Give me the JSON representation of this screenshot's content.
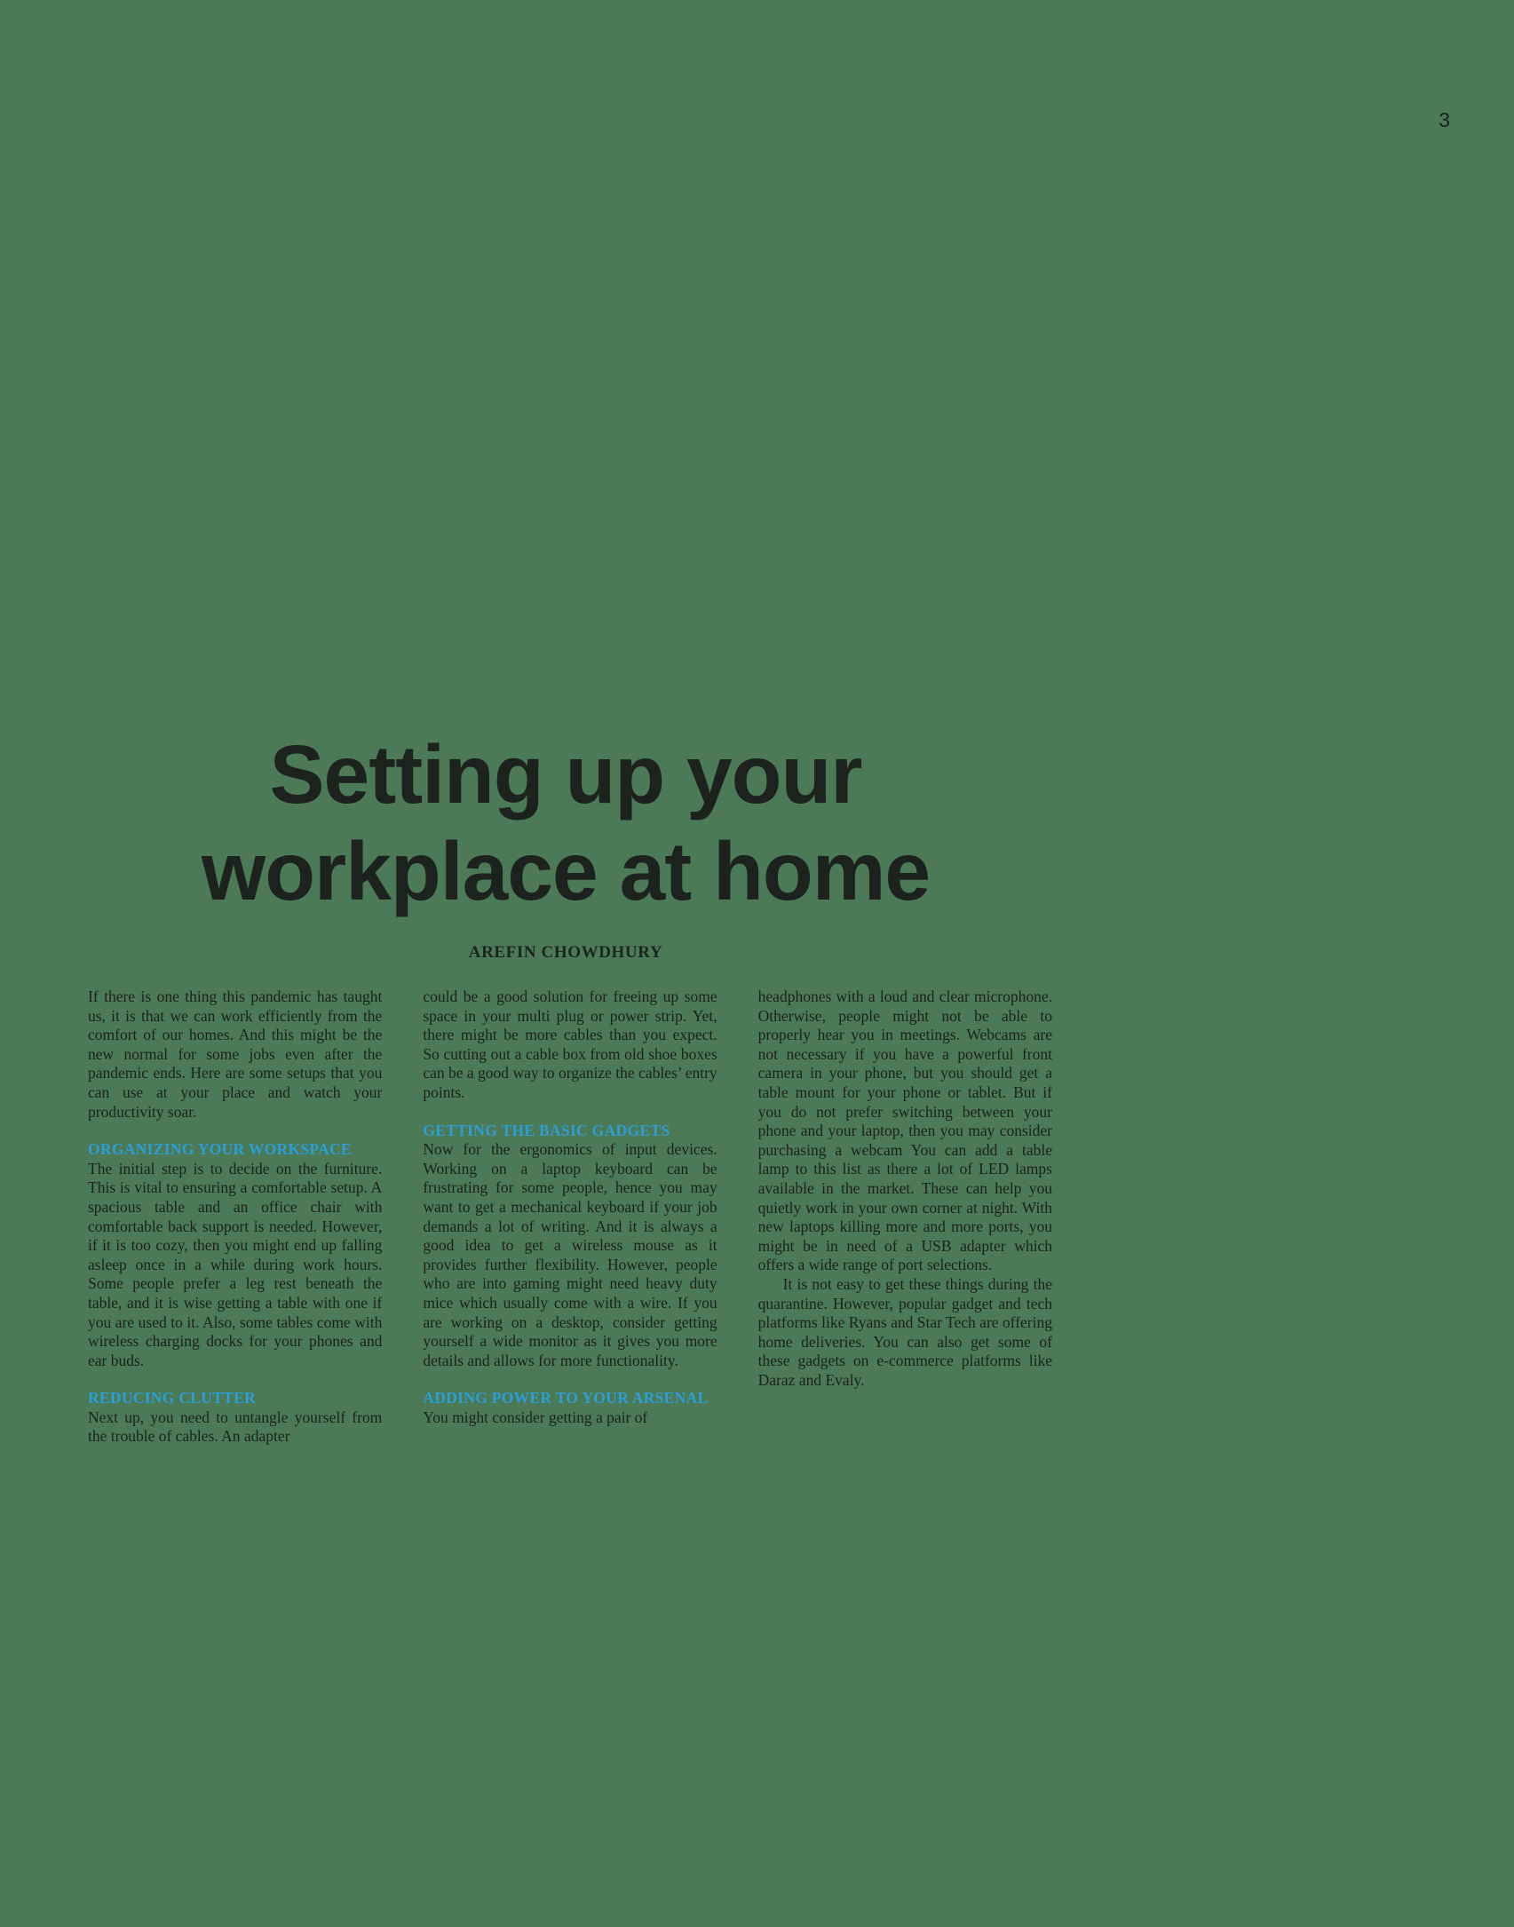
{
  "page": {
    "number": "3"
  },
  "colors": {
    "background": "#4c7956",
    "heading_blue": "#2b9fd8",
    "text_dark": "#1b221c"
  },
  "article": {
    "title_line1": "Setting up your",
    "title_line2": "workplace at home",
    "byline": "AREFIN CHOWDHURY",
    "col1": {
      "intro": "If there is one thing this pandemic has taught us, it is that we can work efficiently from the comfort of our homes. And this might be the new normal for some jobs even after the pandemic ends. Here are some setups that you can use at your place and watch your productivity soar.",
      "heading1": "ORGANIZING YOUR WORKSPACE",
      "p1": "The initial step is to decide on the furniture. This is vital to ensuring a comfortable setup. A spacious table and an office chair with comfortable back support is needed. However, if it is too cozy, then you might end up falling asleep once in a while during work hours. Some people prefer a leg rest beneath the table, and it is wise getting a table with one if you are used to it. Also, some tables come with wireless charging docks for your phones and ear buds.",
      "heading2": "REDUCING CLUTTER",
      "p2": "Next up, you need to untangle yourself from the trouble of cables. An adapter"
    },
    "col2": {
      "p1": "could be a good solution for freeing up some space in your multi plug or power strip. Yet, there might be more cables than you expect. So cutting out a cable box from old shoe boxes can be a good way to organize the cables’ entry points.",
      "heading1": "GETTING THE BASIC GADGETS",
      "p2": "Now for the ergonomics of input devices. Working on a laptop keyboard can be frustrating for some people, hence you may want to get a mechanical keyboard if your job demands a lot of writing. And it is always a good idea to get a wireless mouse as it provides further flexibility. However, people who are into gaming might need heavy duty mice which usually come with a wire. If you are working on a desktop, consider getting yourself a wide monitor as it gives you more details and allows for more functionality.",
      "heading2": "ADDING POWER TO YOUR ARSENAL",
      "p3": "You might consider getting a pair of"
    },
    "col3": {
      "p1": "headphones with a loud and clear microphone. Otherwise, people might not be able to properly hear you in meetings. Webcams are not necessary if you have a powerful front camera in your phone, but you should get a table mount for your phone or tablet. But if you do not prefer switching between your phone and your laptop, then you may consider purchasing a webcam You can add a table lamp to this list as there a lot of LED lamps available in the market. These can help you quietly work in your own corner at night. With new laptops killing more and more ports, you might be in need of a USB adapter which offers a wide range of port selections.",
      "p2": "It is not easy to get these things during the quarantine. However, popular gadget and tech platforms like Ryans and Star Tech are offering home deliveries. You can also get some of these gadgets on e-commerce platforms like Daraz and Evaly."
    }
  }
}
